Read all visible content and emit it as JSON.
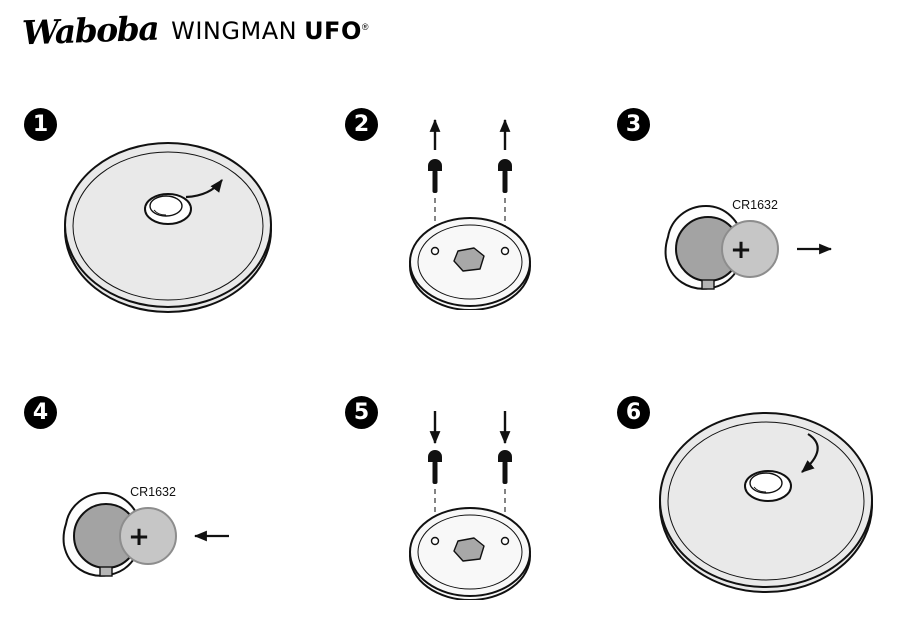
{
  "header": {
    "brand_script": "Waboba",
    "product_name": "WINGMAN",
    "product_model": "UFO",
    "registered_mark": "®"
  },
  "steps": [
    {
      "number": "1",
      "arrow_icon": "curved-up-right-arrow"
    },
    {
      "number": "2",
      "arrow_icon": "up-arrow"
    },
    {
      "number": "3",
      "arrow_icon": "right-arrow",
      "battery_label": "CR1632",
      "battery_polarity": "+"
    },
    {
      "number": "4",
      "arrow_icon": "left-arrow",
      "battery_label": "CR1632",
      "battery_polarity": "+"
    },
    {
      "number": "5",
      "arrow_icon": "down-arrow"
    },
    {
      "number": "6",
      "arrow_icon": "curved-down-left-arrow"
    }
  ],
  "colors": {
    "ink": "#111111",
    "background": "#ffffff",
    "disc_fill": "#e9e9e9",
    "module_fill": "#f8f8f8",
    "module_core_gray": "#a8a8a8",
    "battery_holder_gray": "#a3a3a3",
    "battery_gray": "#c6c6c6"
  }
}
